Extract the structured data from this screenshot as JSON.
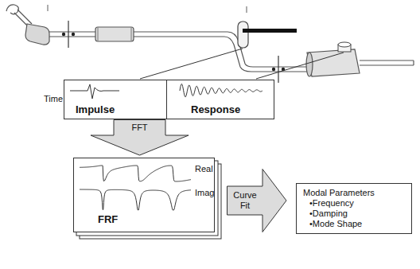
{
  "diagram": {
    "nodes": [
      {
        "text": [
          "Impulse"
        ]
      },
      {
        "text": [
          "Response"
        ]
      },
      {
        "text": [
          "FFT"
        ]
      },
      {
        "text": [
          "Real",
          "Imag",
          "FRF"
        ]
      },
      {
        "text": [
          "Curve Fit"
        ]
      },
      {
        "text": [
          "Modal Parameters",
          "•Frequency",
          "•Damping",
          "•Mode Shape"
        ]
      }
    ],
    "labels": [
      "Time"
    ]
  }
}
